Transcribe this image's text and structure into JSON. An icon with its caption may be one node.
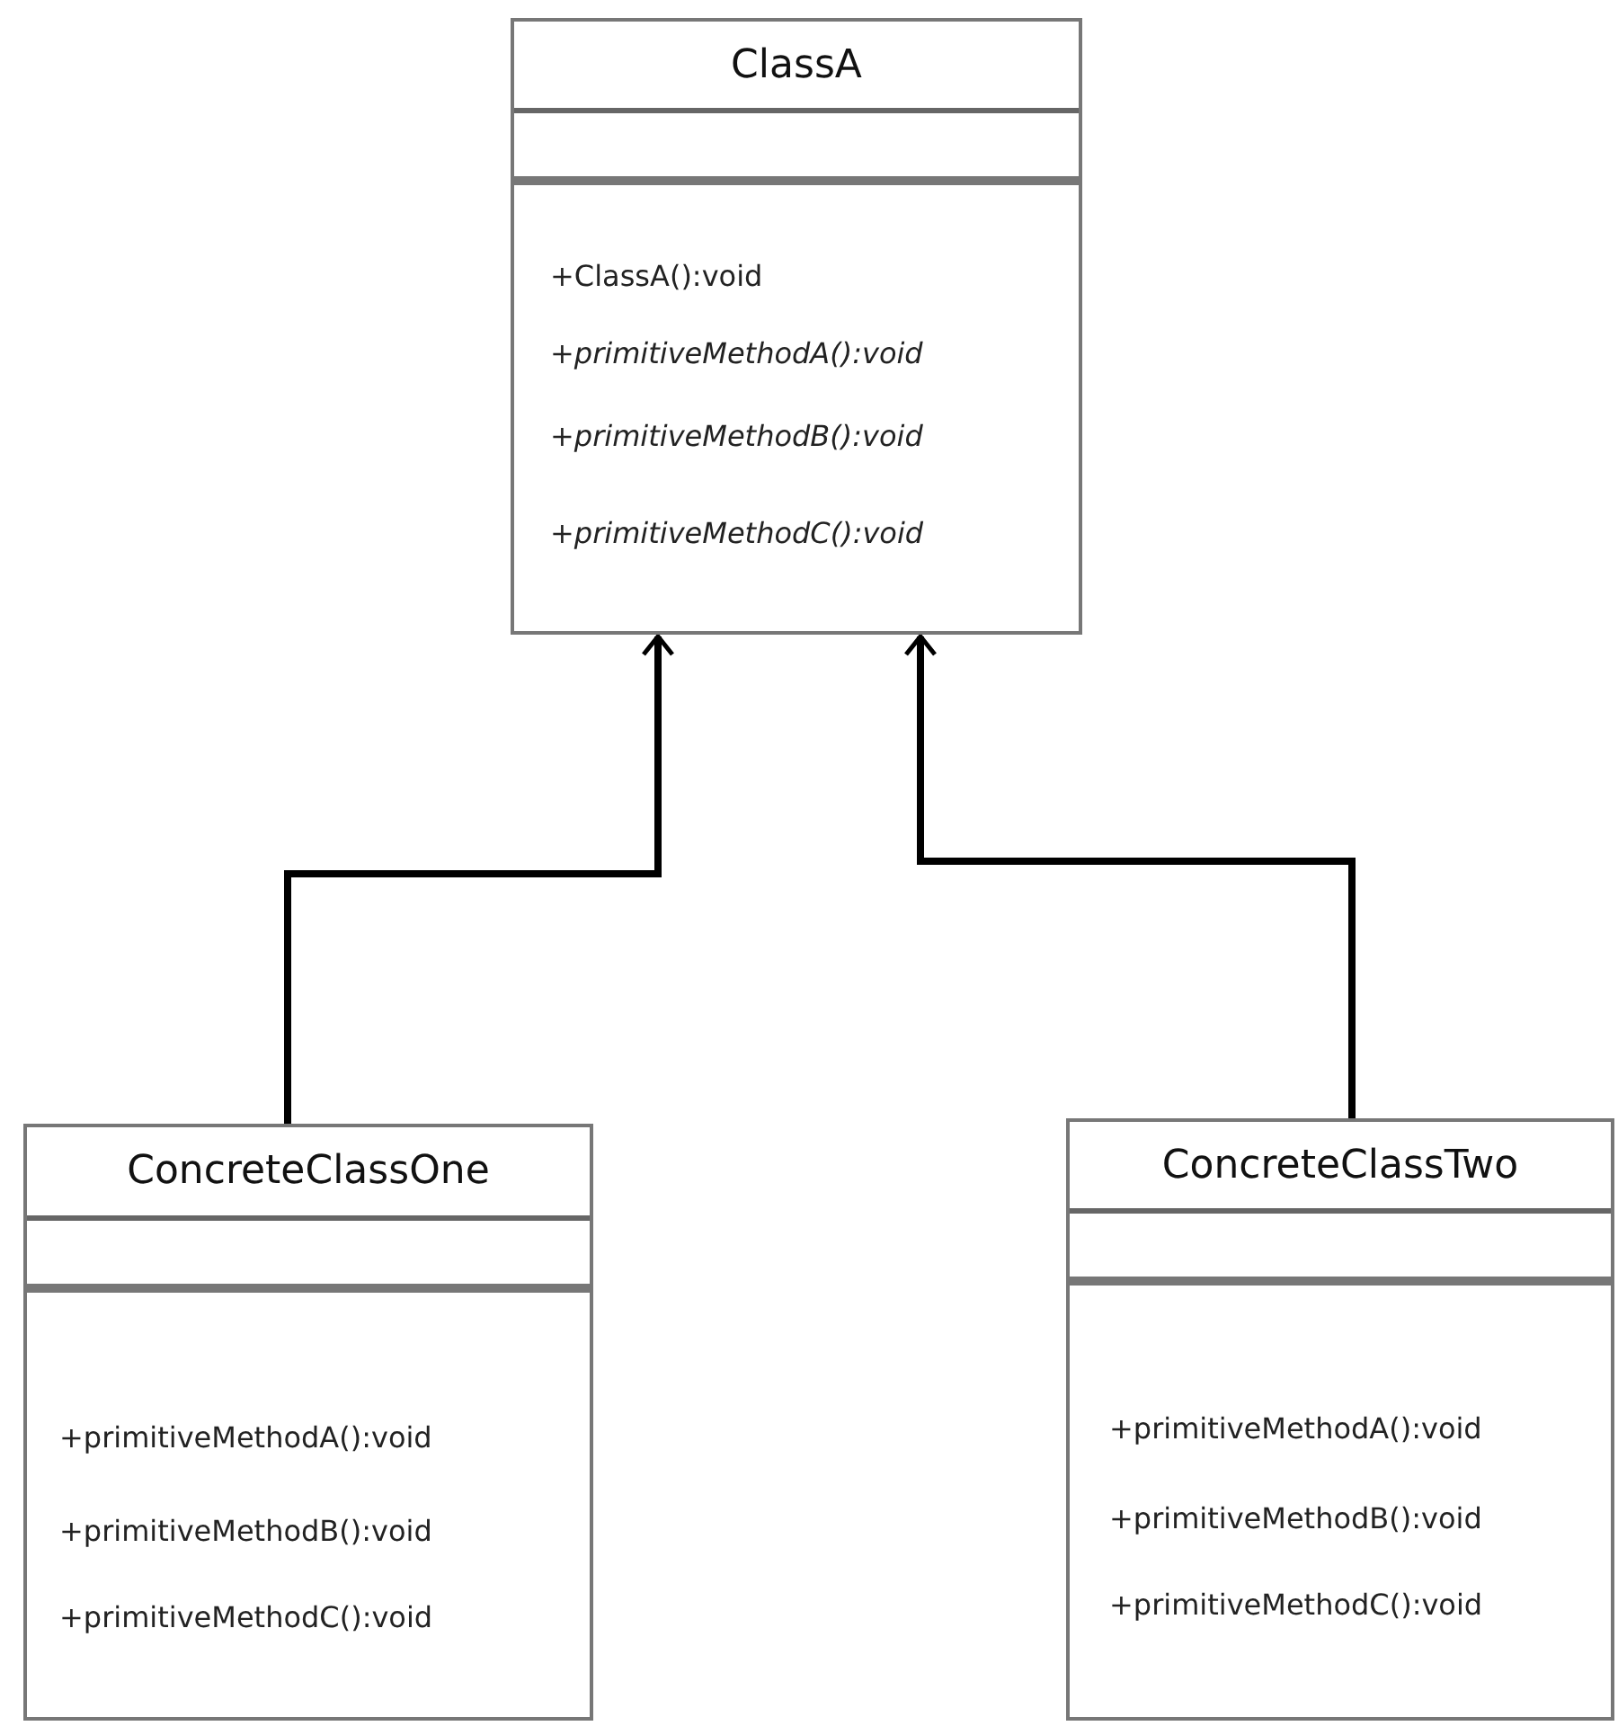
{
  "diagram": {
    "nodes": [
      {
        "text": [
          "ClassA",
          "+ClassA():void",
          "+primitiveMethodA():void",
          "+primitiveMethodB():void",
          "+primitiveMethodC():void"
        ]
      },
      {
        "text": [
          "ConcreteClassOne",
          "+primitiveMethodA():void",
          "+primitiveMethodB():void",
          "+primitiveMethodC():void"
        ]
      },
      {
        "text": [
          "ConcreteClassTwo",
          "+primitiveMethodA():void",
          "+primitiveMethodB():void",
          "+primitiveMethodC():void"
        ]
      }
    ],
    "edges": [
      {
        "from": 1,
        "to": 0,
        "arrow": "to"
      },
      {
        "from": 2,
        "to": 0,
        "arrow": "to"
      }
    ]
  }
}
